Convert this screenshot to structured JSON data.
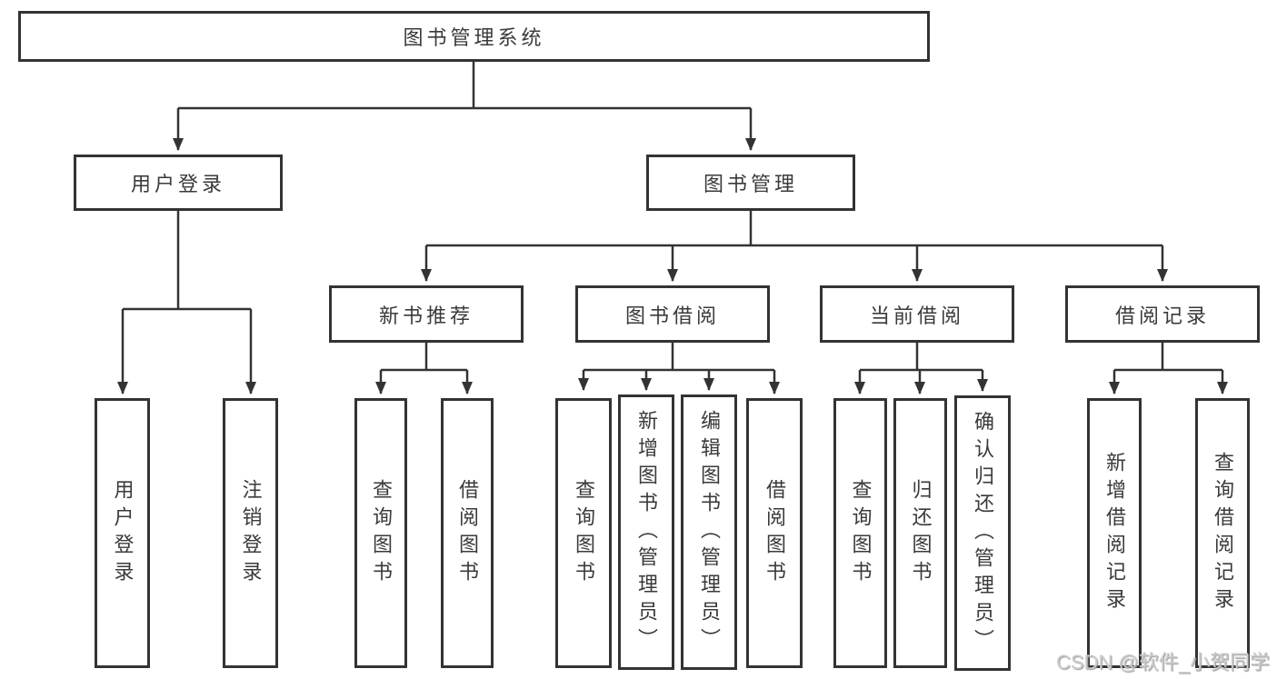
{
  "nodes": {
    "root": "图书管理系统",
    "user_login": "用户登录",
    "book_mgmt": "图书管理",
    "new_books": "新书推荐",
    "book_borrow": "图书借阅",
    "current_borrow": "当前借阅",
    "borrow_records": "借阅记录",
    "leaf_user_login": "用户登录",
    "leaf_logout": "注销登录",
    "leaf_nb_query": "查询图书",
    "leaf_nb_borrow": "借阅图书",
    "leaf_bb_query": "查询图书",
    "leaf_bb_add": "新增图书（管理员）",
    "leaf_bb_edit": "编辑图书（管理员）",
    "leaf_bb_borrow": "借阅图书",
    "leaf_cb_query": "查询图书",
    "leaf_cb_return": "归还图书",
    "leaf_cb_confirm": "确认归还（管理员）",
    "leaf_br_add": "新增借阅记录",
    "leaf_br_query": "查询借阅记录"
  },
  "watermark": "CSDN @软件_小贺同学",
  "colors": {
    "line": "#333333",
    "text": "#3a3a3a",
    "bg": "#ffffff",
    "watermark": "#cccccc"
  }
}
